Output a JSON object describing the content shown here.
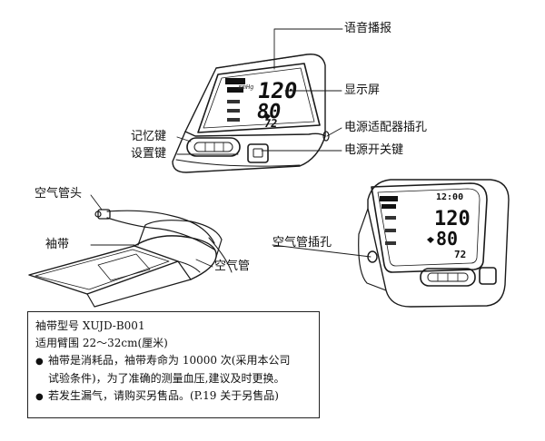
{
  "labels": {
    "voice_announce": "语音播报",
    "display": "显示屏",
    "power_adapter_jack": "电源适配器插孔",
    "memory_key": "记忆键",
    "settings_key": "设置键",
    "power_switch": "电源开关键",
    "air_tube_connector": "空气管头",
    "cuff": "袖带",
    "air_tube": "空气管",
    "air_tube_jack": "空气管插孔"
  },
  "lcd_top": {
    "sys": "120",
    "dia": "80",
    "pulse": "72"
  },
  "lcd_side": {
    "time": "12:00",
    "sys": "120",
    "dia": "80",
    "pulse": "72"
  },
  "note": {
    "model": "袖带型号 XUJD-B001",
    "range": "适用臂围 22～32cm(厘米)",
    "bullets": [
      {
        "line1": "袖带是消耗品，袖带寿命为 10000 次(采用本公司",
        "line2": "试验条件)，为了准确的测量血压,建议及时更换。"
      },
      {
        "line1": "若发生漏气，请购买另售品。(P.19 关于另售品)",
        "line2": ""
      }
    ]
  },
  "colors": {
    "ink": "#111111",
    "paper": "#ffffff",
    "lcd": "#1a1a1a"
  }
}
